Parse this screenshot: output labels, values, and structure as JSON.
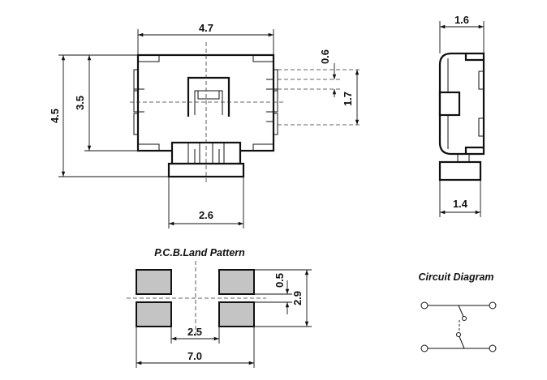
{
  "front_view": {
    "dim_width": "4.7",
    "dim_height_outer": "4.5",
    "dim_height_body": "3.5",
    "dim_terminal_pitch": "0.6",
    "dim_terminal_span": "1.7",
    "dim_actuator_width": "2.6"
  },
  "side_view": {
    "dim_depth": "1.6",
    "dim_actuator_depth": "1.4"
  },
  "pcb_land_pattern": {
    "title": "P.C.B.Land Pattern",
    "dim_gap": "0.5",
    "dim_height": "2.9",
    "dim_inner": "2.5",
    "dim_outer": "7.0"
  },
  "circuit_diagram": {
    "title": "Circuit Diagram"
  },
  "colors": {
    "line": "#111111",
    "pad_fill": "#c4c4c4",
    "background": "#ffffff"
  }
}
